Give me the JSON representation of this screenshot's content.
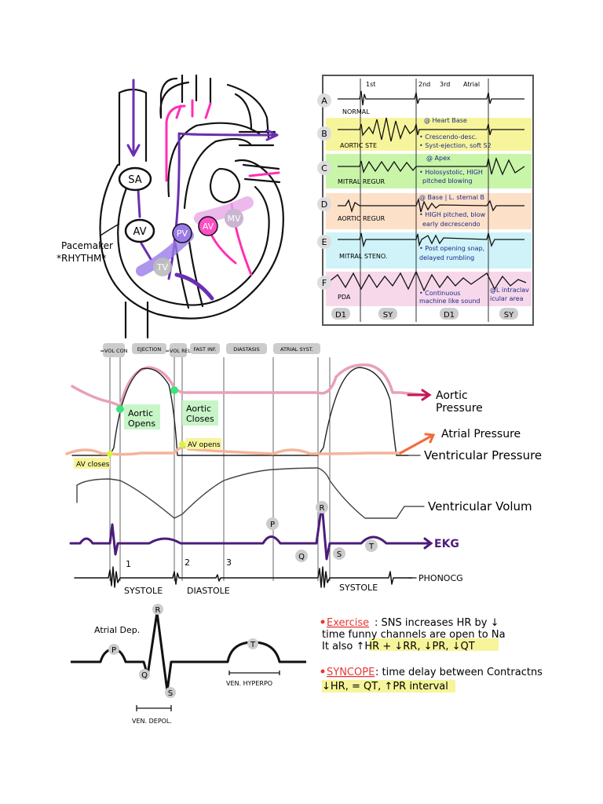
{
  "heart": {
    "labels": {
      "sa": "SA",
      "av": "AV",
      "pv": "PV",
      "tv": "TV",
      "av_valve": "AV",
      "mv": "MV",
      "pacemaker": "Pacemaker",
      "rhythm": "*RHYTHM*"
    }
  },
  "murmurs": {
    "beat_labels": [
      "1st",
      "2nd",
      "3rd",
      "Atrial"
    ],
    "rows": [
      {
        "letter": "A",
        "name": "NORMAL",
        "notes": []
      },
      {
        "letter": "B",
        "name": "AORTIC STE",
        "notes": [
          "@ Heart Base",
          "• Crescendo-desc.",
          "• Syst-ejection, soft S2"
        ]
      },
      {
        "letter": "C",
        "name": "MITRAL REGUR",
        "notes": [
          "@ Apex",
          "• Holosystolic, HIGH",
          "pitched blowing"
        ]
      },
      {
        "letter": "D",
        "name": "AORTIC REGUR",
        "notes": [
          "@ Base | L. sternal B",
          "• HIGH pitched, blow",
          "early decrescendo"
        ]
      },
      {
        "letter": "E",
        "name": "MITRAL STENO.",
        "notes": [
          "• Post opening snap,",
          "delayed rumbling"
        ]
      },
      {
        "letter": "F",
        "name": "PDA",
        "notes": [
          "• Continuous",
          "machine like sound",
          "@L intraclav",
          "icular area"
        ]
      }
    ],
    "bottom_labels": [
      "D1",
      "SY",
      "D1",
      "SY"
    ],
    "colors": {
      "B": "#f7f59b",
      "C": "#c8f5a8",
      "D": "#fde0c8",
      "E": "#cff3f8",
      "F": "#f7d8ea"
    }
  },
  "wiggers": {
    "phases": [
      "=VOL CON",
      "EJECTION",
      "=VOL REL",
      "FAST INF.",
      "DIASTASIS",
      "ATRIAL SYST."
    ],
    "annotations": {
      "aortic_opens": "Aortic Opens",
      "aortic_closes": "Aortic Closes",
      "av_opens": "AV opens",
      "av_closes": "AV closes"
    },
    "traces": {
      "aortic_pressure": "Aortic Pressure",
      "atrial_pressure": "Atrial Pressure",
      "ventricular_pressure": "Ventricular Pressure",
      "ventricular_volume": "Ventricular Volum",
      "ekg": "EKG",
      "phonocg": "PHONOCG"
    },
    "ekg_waves": [
      "P",
      "R",
      "Q",
      "S",
      "T"
    ],
    "sounds": [
      "1",
      "2",
      "3"
    ],
    "cycle_labels": [
      "SYSTOLE",
      "DIASTOLE",
      "SYSTOLE"
    ],
    "colors": {
      "aortic": "#e8a0b8",
      "atrial": "#f5b49a",
      "ekg": "#4b1c7a",
      "arrow_aortic": "#c2185b",
      "arrow_atrial": "#f26b3a",
      "highlight_green": "#c8f5c8",
      "highlight_yellow": "#f7f59b",
      "dot_green": "#3be37a"
    }
  },
  "ecg": {
    "labels": {
      "atrial_dep": "Atrial Dep.",
      "p": "P",
      "r": "R",
      "q": "Q",
      "s": "S",
      "t": "T",
      "ven_hyperpo": "VEN. HYPERPO",
      "ven_depol": "VEN. DEPOL."
    }
  },
  "notes": {
    "exercise_title": "Exercise",
    "exercise_line1": ": SNS increases HR by ↓",
    "exercise_line2": "time funny channels are open to Na",
    "exercise_line3": "It also ↑HR + ↓RR, ↓PR, ↓QT",
    "syncope_title": "SYNCOPE",
    "syncope_line1": ": time delay between Contractns",
    "syncope_line2": "↓HR, = QT, ↑PR interval",
    "bullet_color": "#e53935"
  }
}
